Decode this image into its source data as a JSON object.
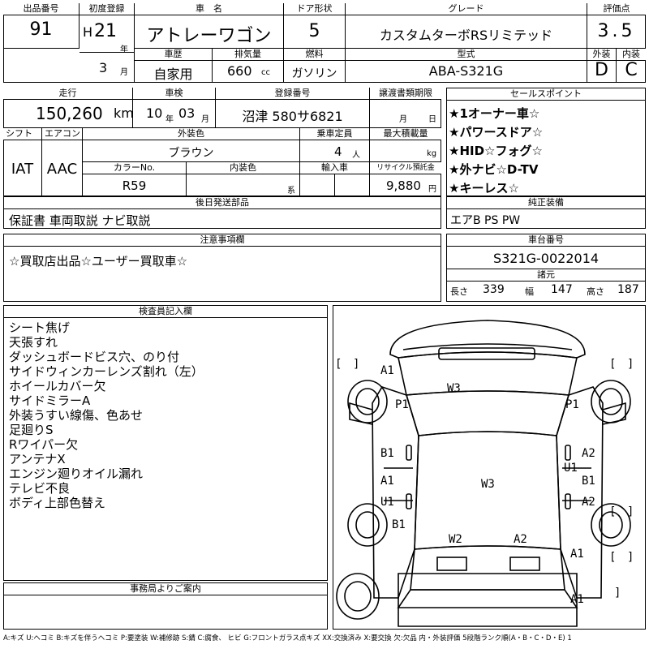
{
  "header": {
    "lot_label": "出品番号",
    "lot_value": "91",
    "first_reg_label": "初度登録",
    "era": "H",
    "year": "21",
    "year_unit": "年",
    "month": "3",
    "month_unit": "月",
    "car_name_label": "車　名",
    "car_name": "アトレーワゴン",
    "door_label": "ドア形状",
    "door_value": "5",
    "grade_label": "グレード",
    "grade_value": "カスタムターボRSリミテッド",
    "score_label": "評価点",
    "score_value": "3.5",
    "history_label": "車歴",
    "history_value": "自家用",
    "displacement_label": "排気量",
    "displacement_value": "660",
    "displacement_unit": "cc",
    "fuel_label": "燃料",
    "fuel_value": "ガソリン",
    "model_label": "型式",
    "model_value": "ABA-S321G",
    "exterior_label": "外装",
    "exterior_value": "D",
    "interior_label": "内装",
    "interior_value": "C"
  },
  "row2": {
    "mileage_label": "走行",
    "mileage_value": "150,260",
    "mileage_unit": "km",
    "inspection_label": "車検",
    "inspection_year": "10",
    "inspection_year_unit": "年",
    "inspection_month": "03",
    "inspection_month_unit": "月",
    "plate_label": "登録番号",
    "plate_value": "沼津 580サ6821",
    "transfer_label": "譲渡書類期限",
    "transfer_month_unit": "月",
    "transfer_day_unit": "日",
    "shift_label": "シフト",
    "shift_value": "IAT",
    "ac_label": "エアコン",
    "ac_value": "AAC",
    "color_label": "外装色",
    "color_value": "ブラウン",
    "capacity_label": "乗車定員",
    "capacity_value": "4",
    "capacity_unit": "人",
    "load_label": "最大積載量",
    "load_unit": "kg",
    "color_no_label": "カラーNo.",
    "color_no_value": "R59",
    "int_color_label": "内装色",
    "int_color_unit": "系",
    "import_label": "輸入車",
    "recycle_label": "リサイクル預託金",
    "recycle_value": "9,880",
    "recycle_unit": "円"
  },
  "sales": {
    "label": "セールスポイント",
    "points": [
      "★1オーナー車☆",
      "★パワースドア☆",
      "★HID☆フォグ☆",
      "★外ナビ☆D-TV",
      "★キーレス☆"
    ]
  },
  "later_parts": {
    "label": "後日発送部品",
    "value": "保証書 車両取説 ナビ取説"
  },
  "equipment": {
    "label": "純正装備",
    "value": "エアB PS PW"
  },
  "notes": {
    "label": "注意事項欄",
    "value": "☆買取店出品☆ユーザー買取車☆"
  },
  "chassis": {
    "label": "車台番号",
    "value": "S321G-0022014"
  },
  "specs": {
    "label": "諸元",
    "length_label": "長さ",
    "length_value": "339",
    "width_label": "幅",
    "width_value": "147",
    "height_label": "高さ",
    "height_value": "187"
  },
  "inspector": {
    "label": "検査員記入欄",
    "lines": [
      "シート焦げ",
      "天張すれ",
      "ダッシュボードビス穴、のり付",
      "サイドウィンカーレンズ割れ（左）",
      "ホイールカバー欠",
      "サイドミラーA",
      "外装うすい線傷、色あせ",
      "足廻りS",
      "Rワイパー欠",
      "アンテナX",
      "エンジン廻りオイル漏れ",
      "テレビ不良",
      "ボディ上部色替え"
    ]
  },
  "office": {
    "label": "事務局よりご案内"
  },
  "diagram": {
    "marks": {
      "a1_fl": "A1",
      "w3_hood": "W3",
      "p1_l": "P1",
      "p1_r": "P1",
      "b1_l": "B1",
      "a2_r": "A2",
      "u1_r": "U1",
      "w3_roof": "W3",
      "a1_l2": "A1",
      "b1_r": "B1",
      "u1_l": "U1",
      "a2_r2": "A2",
      "b1_rl": "B1",
      "w2_rear": "W2",
      "a2_rear": "A2",
      "a1_rr": "A1",
      "a1_spare": "A1"
    },
    "bracket_open": "[",
    "bracket_close": "]"
  },
  "legend": "A:キズ U:ヘコミ B:キズを伴うヘコミ P:要塗装 W:補修跡 S:錆 C:腐食、 ヒビ G:フロントガラス点キズ XX:交換済み X:要交換 欠:欠品 内・外装評価 5段階ランク順(A・B・C・D・E) 1"
}
